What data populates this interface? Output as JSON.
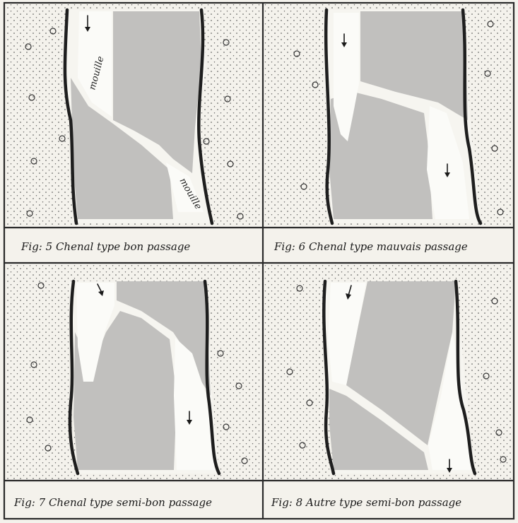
{
  "figures": [
    {
      "id": "fig5",
      "caption": "Fig: 5   Chenal type  bon passage",
      "labels": [
        "mouille",
        "mouille"
      ]
    },
    {
      "id": "fig6",
      "caption": "Fig: 6   Chenal type mauvais passage",
      "labels": []
    },
    {
      "id": "fig7",
      "caption": "Fig: 7  Chenal type semi-bon passage",
      "labels": []
    },
    {
      "id": "fig8",
      "caption": "Fig: 8   Autre type semi-bon passage",
      "labels": []
    }
  ]
}
